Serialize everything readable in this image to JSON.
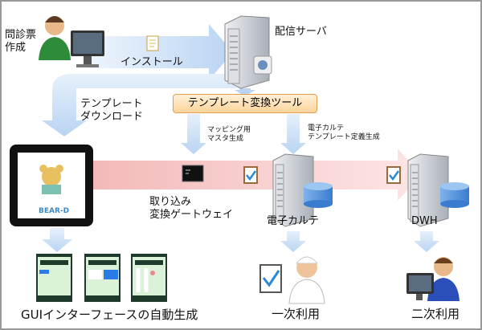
{
  "labels": {
    "author": "問診票\n作成",
    "install": "インストール",
    "dist_server": "配信サーバ",
    "template_download": "テンプレート\nダウンロード",
    "tool": "テンプレート変換ツール",
    "mapping": "マッピング用\nマスタ生成",
    "emr_template": "電子カルテ\nテンプレート定義生成",
    "tablet_brand": "BEAR-D",
    "gateway": "取り込み\n変換ゲートウェイ",
    "emr": "電子カルテ",
    "dwh": "DWH",
    "primary_use": "一次利用",
    "secondary_use": "二次利用",
    "gui": "GUIインターフェースの自動生成"
  },
  "colors": {
    "blue_arrow": "#c6dcf5",
    "pink_arrow": "#f6c8c8",
    "tool_fill": "#fcd49a",
    "server": "#c8ccd2"
  }
}
